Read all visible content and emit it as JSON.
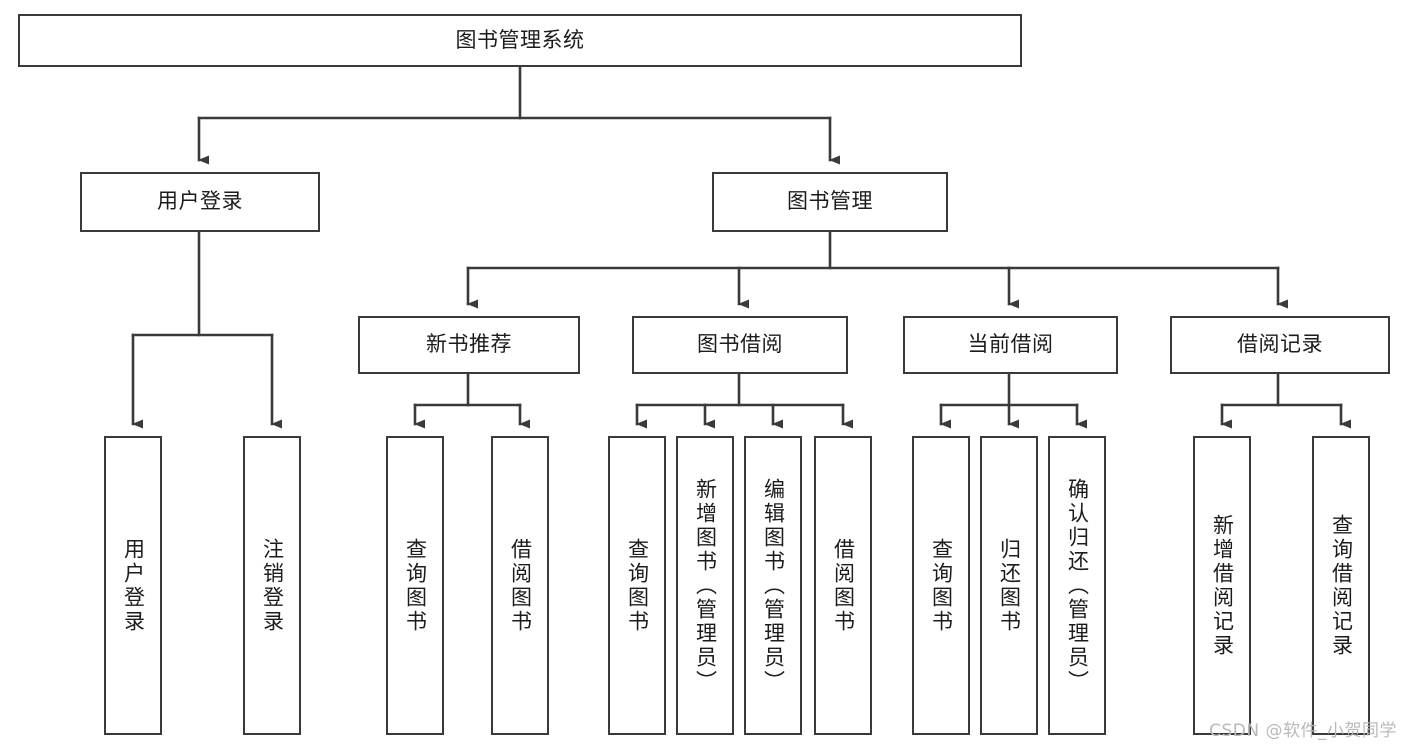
{
  "diagram": {
    "type": "tree-hierarchy-chart",
    "title": "图书管理系统",
    "stroke_color": "#3a3a3a",
    "fill_color": "#ffffff",
    "text_color": "#1c1c1c",
    "nodes": {
      "root": {
        "label": "图书管理系统",
        "level": 1
      },
      "l2": [
        {
          "id": "user-login",
          "label": "用户登录"
        },
        {
          "id": "book-manage",
          "label": "图书管理"
        }
      ],
      "l3": [
        {
          "id": "new-book-recommend",
          "label": "新书推荐"
        },
        {
          "id": "book-borrow",
          "label": "图书借阅"
        },
        {
          "id": "current-borrow",
          "label": "当前借阅"
        },
        {
          "id": "borrow-record",
          "label": "借阅记录"
        }
      ],
      "leaves": {
        "user_login": [
          {
            "id": "leaf-user-login",
            "label": "用户登录"
          },
          {
            "id": "leaf-logout-login",
            "label": "注销登录"
          }
        ],
        "new_book_recommend": [
          {
            "id": "leaf-query-book-1",
            "label": "查询图书"
          },
          {
            "id": "leaf-borrow-book-1",
            "label": "借阅图书"
          }
        ],
        "book_borrow": [
          {
            "id": "leaf-query-book-2",
            "label": "查询图书"
          },
          {
            "id": "leaf-add-book-admin",
            "label": "新增图书（管理员）"
          },
          {
            "id": "leaf-edit-book-admin",
            "label": "编辑图书（管理员）"
          },
          {
            "id": "leaf-borrow-book-2",
            "label": "借阅图书"
          }
        ],
        "current_borrow": [
          {
            "id": "leaf-query-book-3",
            "label": "查询图书"
          },
          {
            "id": "leaf-return-book",
            "label": "归还图书"
          },
          {
            "id": "leaf-confirm-return-admin",
            "label": "确认归还（管理员）"
          }
        ],
        "borrow_record": [
          {
            "id": "leaf-add-borrow-record",
            "label": "新增借阅记录"
          },
          {
            "id": "leaf-query-borrow-record",
            "label": "查询借阅记录"
          }
        ]
      }
    }
  },
  "watermark": {
    "text": "CSDN @软件_小贺同学"
  }
}
